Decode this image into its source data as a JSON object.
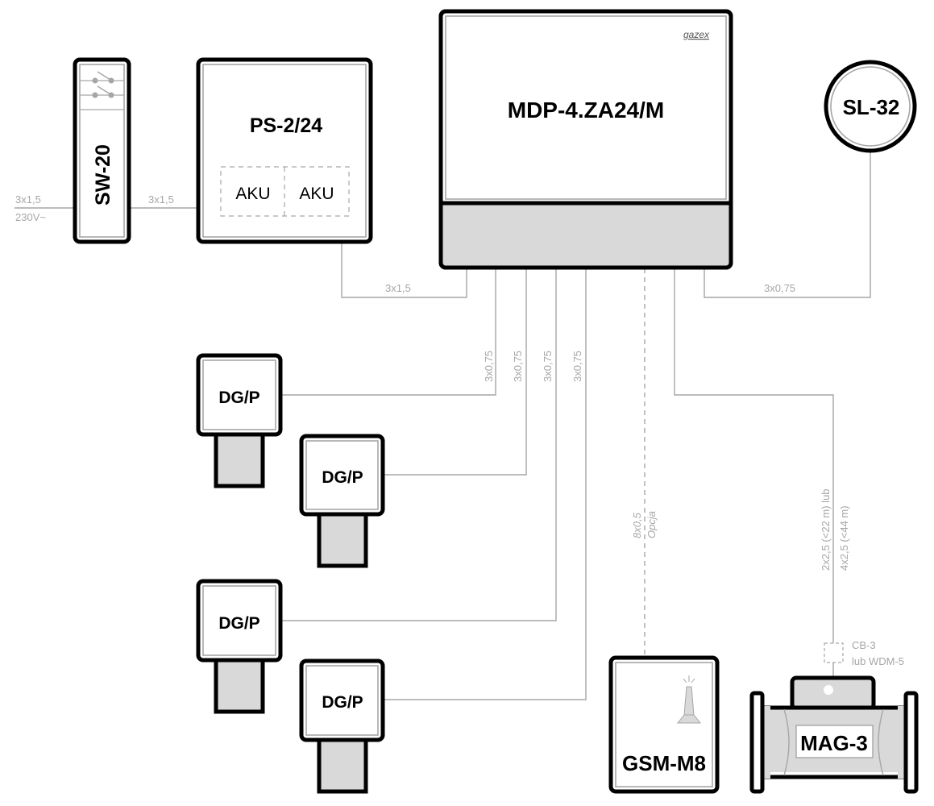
{
  "devices": {
    "sw20": {
      "label": "SW-20"
    },
    "ps": {
      "label": "PS-2/24",
      "battery_left": "AKU",
      "battery_right": "AKU"
    },
    "mdp": {
      "label": "MDP-4.ZA24/M",
      "brand": "gazex"
    },
    "sl32": {
      "label": "SL-32"
    },
    "dgp": [
      {
        "label": "DG/P"
      },
      {
        "label": "DG/P"
      },
      {
        "label": "DG/P"
      },
      {
        "label": "DG/P"
      }
    ],
    "gsm": {
      "label": "GSM-M8"
    },
    "mag": {
      "label": "MAG-3"
    }
  },
  "cables": {
    "mains_in": "3x1,5",
    "mains_voltage": "230V~",
    "sw_to_ps": "3x1,5",
    "ps_to_mdp": "3x1,5",
    "mdp_to_sl": "3x0,75",
    "dgp_lines": [
      "3x0,75",
      "3x0,75",
      "3x0,75",
      "3x0,75"
    ],
    "gsm_line": "8x0,5",
    "gsm_option": "Opcja",
    "mag_line_1": "2x2,5 (<22 m) lub",
    "mag_line_2": "4x2,5 (<44 m)",
    "mag_box_1": "CB-3",
    "mag_box_2": "lub WDM-5"
  }
}
